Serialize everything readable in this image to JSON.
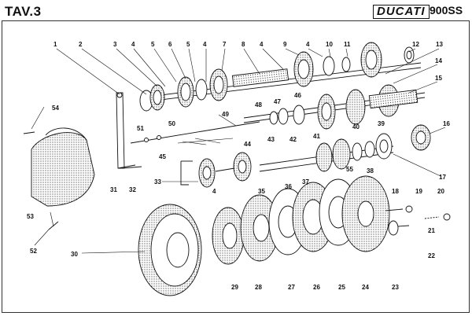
{
  "header": {
    "plate": "TAV.3",
    "brand": "DUCATI",
    "model": "900SS"
  },
  "callouts": [
    "1",
    "2",
    "3",
    "4",
    "5",
    "6",
    "5",
    "4",
    "7",
    "8",
    "4",
    "9",
    "4",
    "10",
    "11",
    "12",
    "13",
    "14",
    "15",
    "16",
    "17",
    "18",
    "19",
    "20",
    "21",
    "22",
    "23",
    "24",
    "25",
    "26",
    "27",
    "28",
    "29",
    "30",
    "31",
    "32",
    "33",
    "4",
    "35",
    "36",
    "37",
    "38",
    "39",
    "40",
    "41",
    "42",
    "43",
    "44",
    "45",
    "46",
    "47",
    "48",
    "49",
    "50",
    "51",
    "52",
    "53",
    "54",
    "55"
  ]
}
